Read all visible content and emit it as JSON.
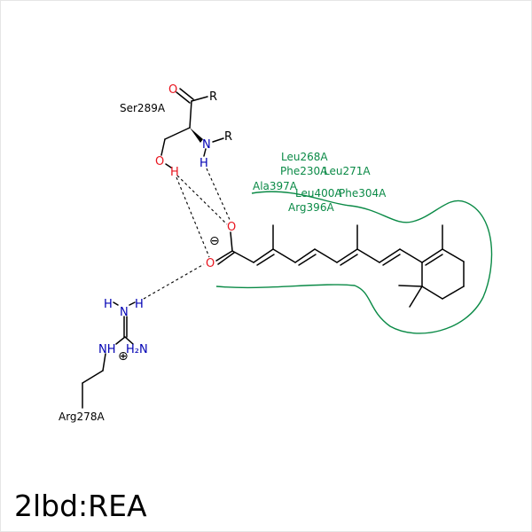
{
  "title": "2lbd:REA",
  "colors": {
    "bond": "#000000",
    "oxygen": "#e8141e",
    "nitrogen": "#0000b4",
    "pocket": "#0a8a46",
    "background": "#ffffff"
  },
  "residues": {
    "ser": "Ser289A",
    "arg": "Arg278A"
  },
  "pocket_residues": [
    "Leu268A",
    "Phe230A",
    "Leu271A",
    "Ala397A",
    "Leu400A",
    "Phe304A",
    "Arg396A"
  ],
  "atoms": {
    "carbonyl_o": "O",
    "r_top": "R",
    "n_ser": "N",
    "r_n": "R",
    "h_n": "H",
    "o_ser": "O",
    "h_o": "H",
    "o_lig1": "O",
    "o_lig2": "O",
    "h_arg1": "H",
    "n_arg": "N",
    "h_arg2": "H",
    "nh_arg": "NH",
    "h2n_arg": "H₂N"
  },
  "charges": {
    "negative": "⊖",
    "positive": "⊕"
  }
}
